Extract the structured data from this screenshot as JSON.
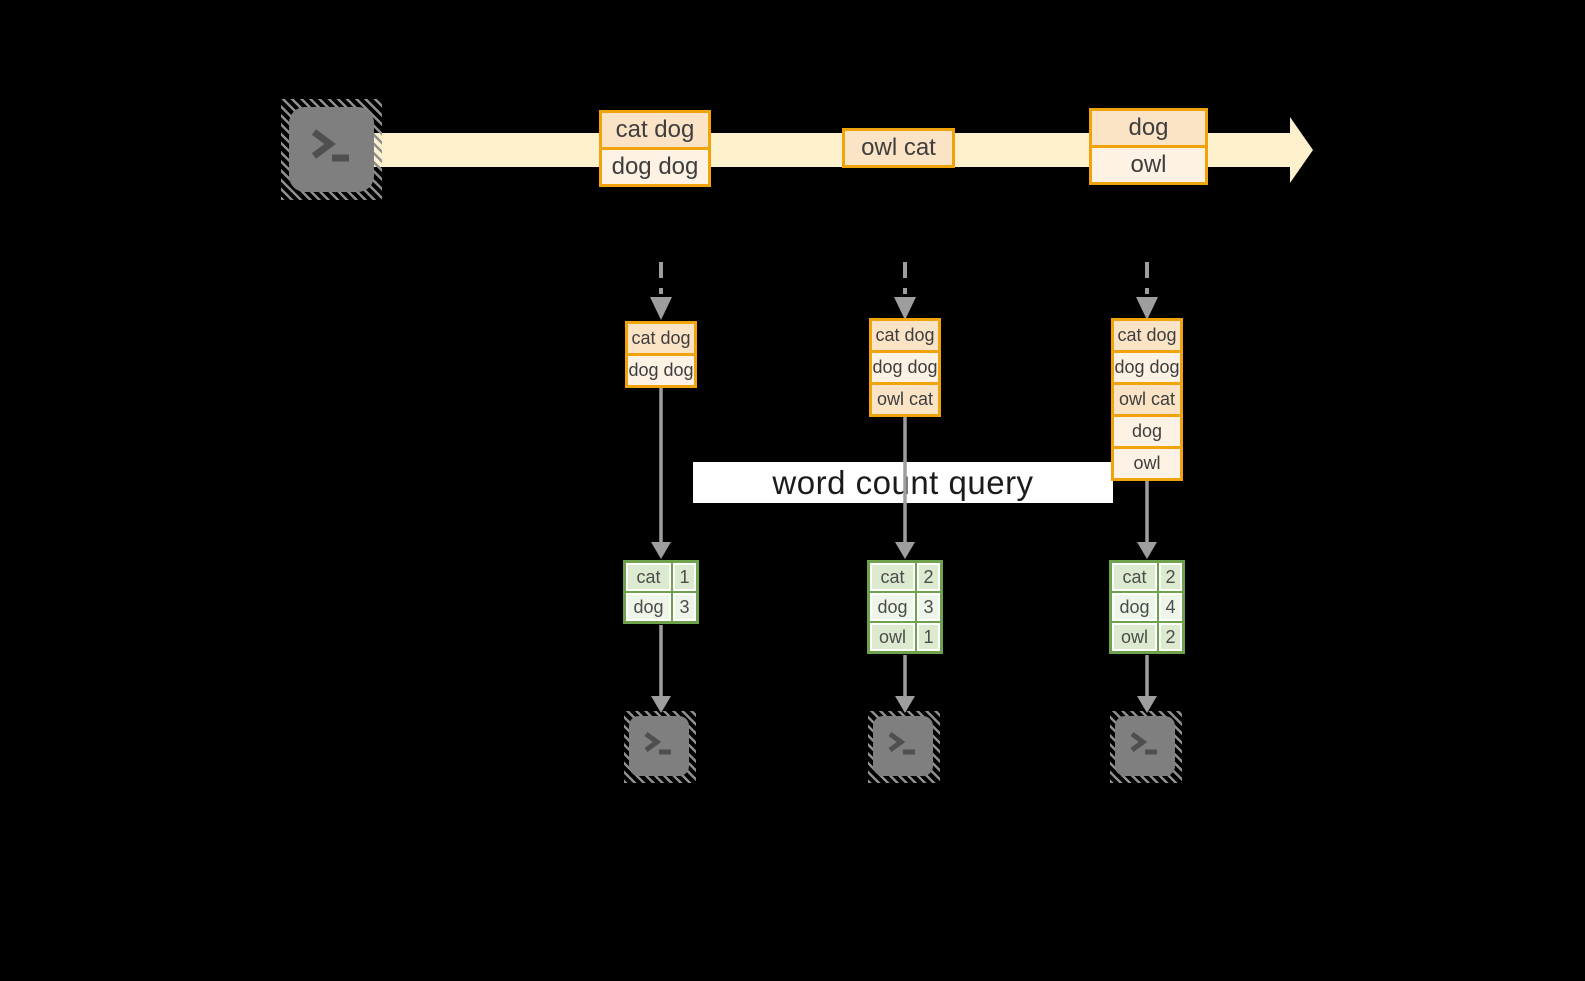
{
  "query": {
    "label": "word count query"
  },
  "icons": {
    "source_terminal": "terminal-icon",
    "output_terminal": "terminal-icon",
    "glyph": ">_"
  },
  "colors": {
    "background": "#000000",
    "stream_band": "#fdf0cc",
    "event_border": "#f0a30a",
    "event_fill_dark": "#fbe3c5",
    "event_fill_light": "#fdf2e3",
    "table_border": "#6fa24c",
    "table_fill_dark": "#dcead0",
    "table_fill_light": "#eef5e9",
    "arrow_gray": "#9e9e9e",
    "terminal_gray": "#7f7f7f",
    "label_bg": "#ffffff"
  },
  "timeline": {
    "events": [
      {
        "rows": [
          {
            "text": "cat dog"
          },
          {
            "text": "dog dog"
          }
        ]
      },
      {
        "rows": [
          {
            "text": "owl cat"
          }
        ]
      },
      {
        "rows": [
          {
            "text": "dog"
          },
          {
            "text": "owl"
          }
        ]
      }
    ]
  },
  "columns": [
    {
      "buffer": {
        "rows": [
          {
            "text": "cat dog"
          },
          {
            "text": "dog dog"
          }
        ]
      },
      "counts": {
        "rows": [
          {
            "word": "cat",
            "count": "1"
          },
          {
            "word": "dog",
            "count": "3"
          }
        ]
      }
    },
    {
      "buffer": {
        "rows": [
          {
            "text": "cat dog"
          },
          {
            "text": "dog dog"
          },
          {
            "text": "owl cat"
          }
        ]
      },
      "counts": {
        "rows": [
          {
            "word": "cat",
            "count": "2"
          },
          {
            "word": "dog",
            "count": "3"
          },
          {
            "word": "owl",
            "count": "1"
          }
        ]
      }
    },
    {
      "buffer": {
        "rows": [
          {
            "text": "cat dog"
          },
          {
            "text": "dog dog"
          },
          {
            "text": "owl cat"
          },
          {
            "text": "dog"
          },
          {
            "text": "owl"
          }
        ]
      },
      "counts": {
        "rows": [
          {
            "word": "cat",
            "count": "2"
          },
          {
            "word": "dog",
            "count": "4"
          },
          {
            "word": "owl",
            "count": "2"
          }
        ]
      }
    }
  ]
}
